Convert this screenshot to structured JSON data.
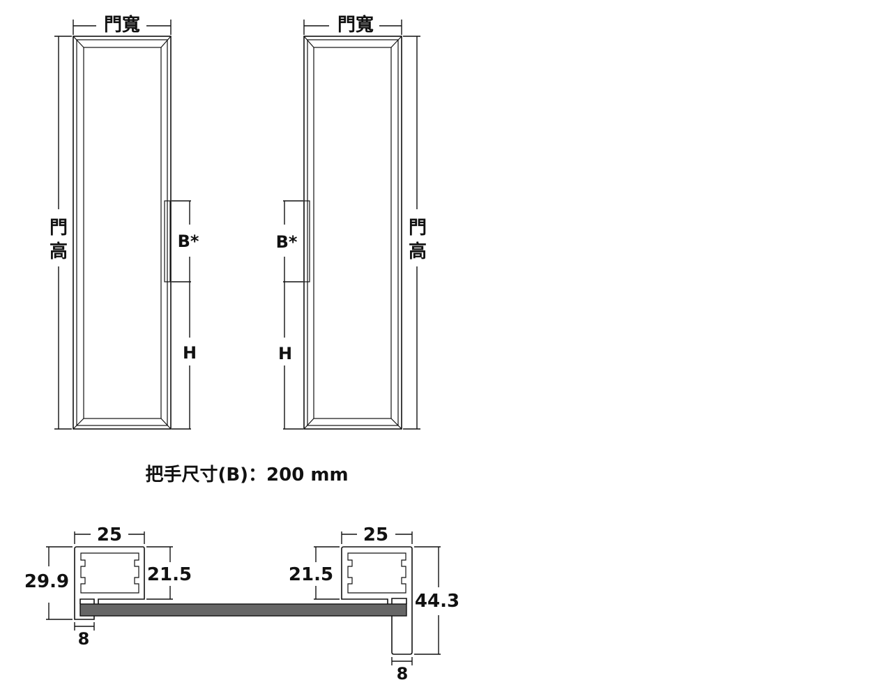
{
  "labels": {
    "door_width": "門寬",
    "door_height_1": "門",
    "door_height_2": "高",
    "handle_size_label": "B*",
    "handle_height_label": "H"
  },
  "caption": "把手尺寸(B)：200 mm",
  "profile": {
    "left_width": "25",
    "left_height": "29.9",
    "left_inner_height": "21.5",
    "left_leg": "8",
    "right_width": "25",
    "right_inner_height": "21.5",
    "right_height": "44.3",
    "right_leg": "8"
  },
  "colors": {
    "glass": "#666666",
    "line": "#111111"
  }
}
